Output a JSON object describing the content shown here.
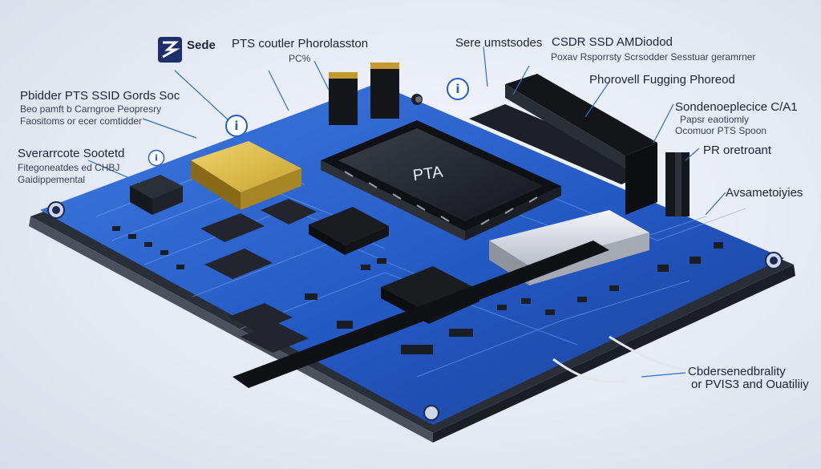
{
  "logo": {
    "name": "Sede"
  },
  "chip_label": "PTA",
  "annotations": [
    {
      "id": "pts-controller",
      "lines": [
        "PTS coutler Phorolasston",
        "PC%"
      ]
    },
    {
      "id": "server-modes",
      "lines": [
        "Sere umstsodes"
      ]
    },
    {
      "id": "csdr-ssd",
      "lines": [
        "CSDR SSD AMDiodod",
        "Poxav Rsporrsty Scrsodder Sesstuar geramrner"
      ]
    },
    {
      "id": "phorovell-fuging",
      "lines": [
        "Phorovell Fugging Phoreod"
      ]
    },
    {
      "id": "pbidder-ssd",
      "lines": [
        "Pbidder PTS SSID  Gords Soc",
        "Beo pamft b Carngroe Peopresry",
        "Faositoms or ecer comtidder"
      ]
    },
    {
      "id": "sendenceplecice",
      "lines": [
        "Sondenoeplecice C/A1",
        "Papsr eaotiomly",
        "Ocomuor PTS Spoon"
      ]
    },
    {
      "id": "svegraroote-sootod",
      "lines": [
        "Sverarrcote Sootetd",
        "Fitegoneatdes ed CHBJ",
        "Gaidippemental"
      ]
    },
    {
      "id": "pp-oretroant",
      "lines": [
        "PR oretroant"
      ]
    },
    {
      "id": "avesametoiyies",
      "lines": [
        "Avsametoiyies"
      ]
    },
    {
      "id": "cbdersenedbrality",
      "lines": [
        "Cbdersenedbrality",
        "or PVIS3 and Ouatiliiy"
      ]
    }
  ]
}
